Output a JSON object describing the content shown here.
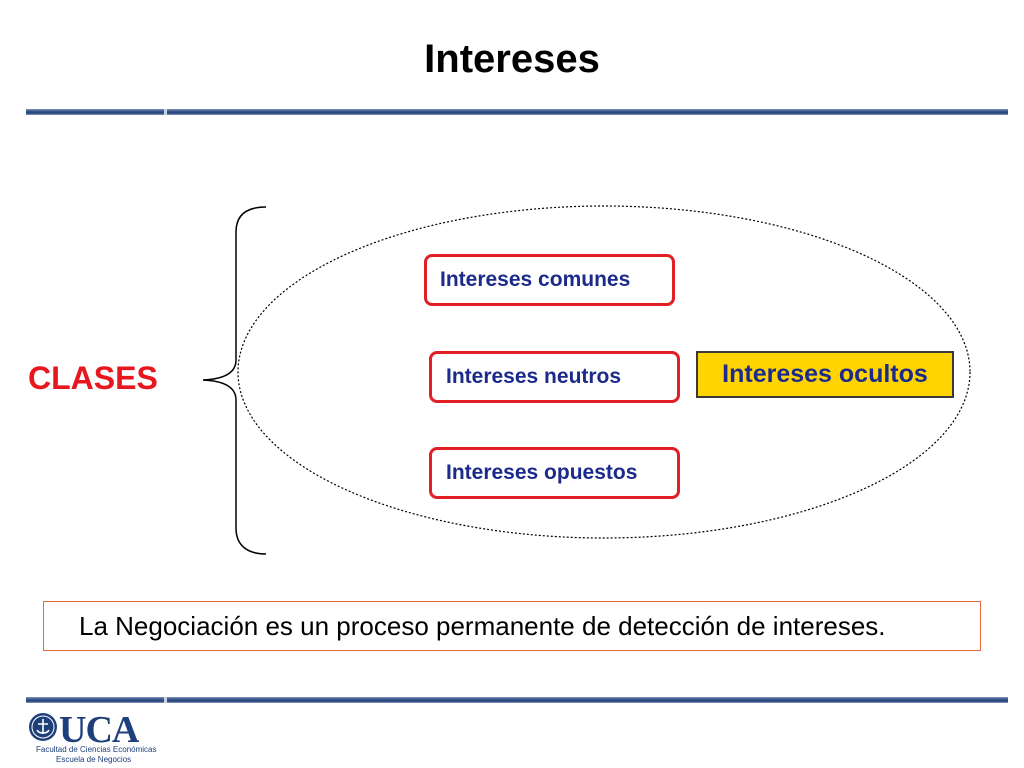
{
  "slide": {
    "title": "Intereses"
  },
  "diagram": {
    "group_label": "CLASES",
    "classes": [
      {
        "label": "Intereses comunes"
      },
      {
        "label": "Intereses neutros"
      },
      {
        "label": "Intereses opuestos"
      }
    ],
    "hidden_interests": {
      "label": "Intereses ocultos"
    },
    "colors": {
      "group_label": "#e8161d",
      "class_border": "#e02025",
      "class_text": "#1c2a8c",
      "hidden_fill": "#ffd400",
      "rule": "#2e4d82"
    }
  },
  "statement": {
    "text": "La Negociación es un proceso permanente de detección de intereses."
  },
  "footer": {
    "logo": {
      "wordmark": "UCA",
      "line1": "Facultad de Ciencias Económicas",
      "line2": "Escuela de Negocios",
      "icon": "university-seal-icon"
    }
  }
}
